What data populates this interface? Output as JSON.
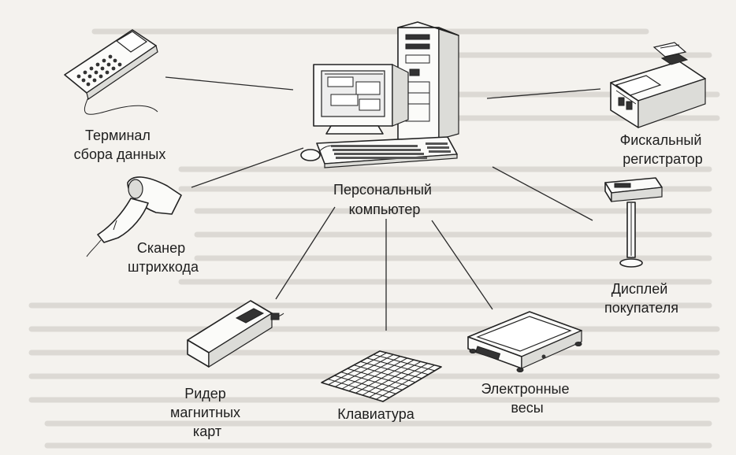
{
  "nodes": {
    "computer": [
      "Персональный",
      "компьютер"
    ],
    "terminal": [
      "Терминал",
      "сбора данных"
    ],
    "fiscal": [
      "Фискальный",
      "регистратор"
    ],
    "scanner": [
      "Сканер",
      "штрихкода"
    ],
    "display": [
      "Дисплей",
      "покупателя"
    ],
    "reader": [
      "Ридер",
      "магнитных",
      "карт"
    ],
    "keyboard": [
      "Клавиатура"
    ],
    "scales": [
      "Электронные",
      "весы"
    ]
  },
  "colors": {
    "line": "#2a2a2a",
    "text": "#1e1e1e",
    "paper": "#f4f2ee"
  }
}
